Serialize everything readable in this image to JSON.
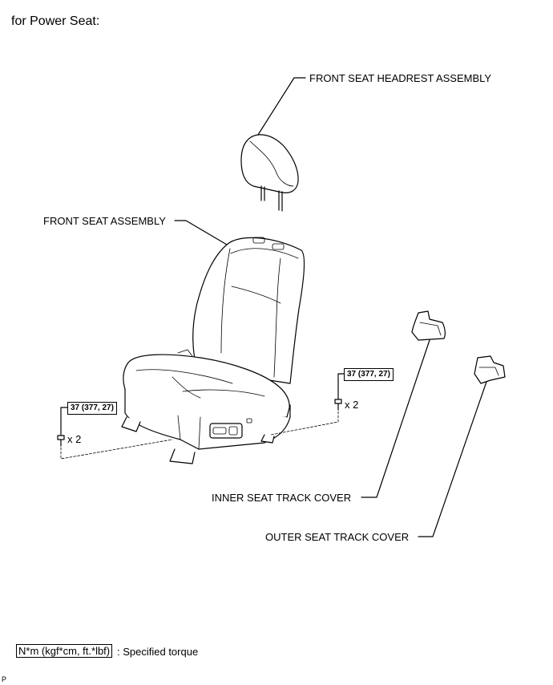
{
  "page": {
    "title": "for Power Seat:",
    "corner_mark": "P"
  },
  "labels": {
    "headrest": "FRONT SEAT HEADREST ASSEMBLY",
    "seat": "FRONT SEAT ASSEMBLY",
    "inner_cover": "INNER SEAT TRACK COVER",
    "outer_cover": "OUTER SEAT TRACK COVER"
  },
  "torque": {
    "rear": {
      "value": "37 (377, 27)",
      "qty": "x 2"
    },
    "front": {
      "value": "37 (377, 27)",
      "qty": "x 2"
    }
  },
  "legend": {
    "unit": "N*m (kgf*cm, ft.*lbf)",
    "description": ": Specified torque"
  }
}
